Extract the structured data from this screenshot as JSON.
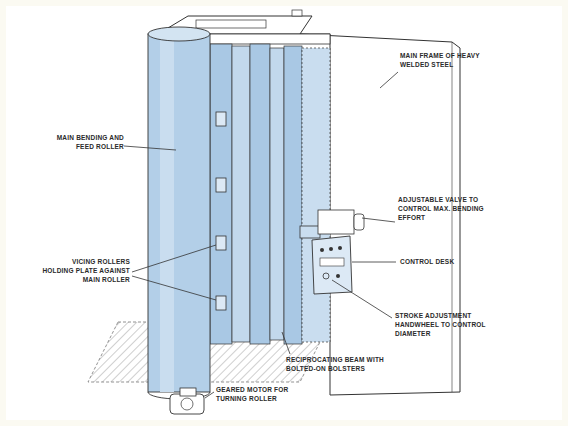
{
  "diagram": {
    "labels": [
      "MAIN FRAME OF HEAVY WELDED STEEL",
      "MAIN BENDING AND FEED ROLLER",
      "ADJUSTABLE VALVE TO CONTROL MAX. BENDING EFFORT",
      "CONTROL DESK",
      "VICING ROLLERS HOLDING PLATE AGAINST MAIN ROLLER",
      "STROKE ADJUSTMENT HANDWHEEL TO CONTROL DIAMETER",
      "RECIPROCATING BEAM WITH BOLTED-ON BOLSTERS",
      "GEARED MOTOR FOR TURNING ROLLER"
    ]
  }
}
